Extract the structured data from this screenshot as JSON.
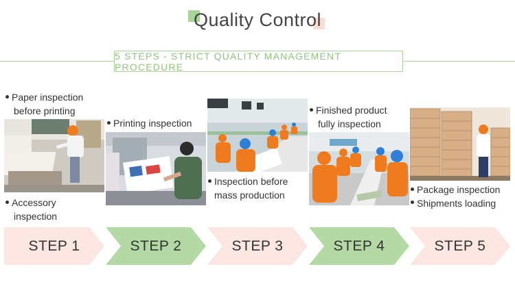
{
  "header": {
    "title": "Quality Control",
    "subtitle": "5 STEPS - STRICT QUALITY MANAGEMENT PROCEDURE"
  },
  "captions": {
    "paper_inspection": [
      "Paper inspection",
      "before printing"
    ],
    "accessory_inspection": [
      "Accessory",
      "inspection"
    ],
    "printing_inspection": [
      "Printing inspection"
    ],
    "mass_production": [
      "Inspection before",
      "mass production"
    ],
    "finished_product": [
      "Finished product",
      "fully inspection"
    ],
    "package_inspection": [
      "Package inspection"
    ],
    "shipments_loading": [
      "Shipments loading"
    ]
  },
  "steps": [
    {
      "label": "STEP 1",
      "color": "#fbe6e1"
    },
    {
      "label": "STEP 2",
      "color": "#b4d9a4"
    },
    {
      "label": "STEP 3",
      "color": "#fbe6e1"
    },
    {
      "label": "STEP 4",
      "color": "#b4d9a4"
    },
    {
      "label": "STEP 5",
      "color": "#fbe6e1"
    }
  ],
  "colors": {
    "accent_green": "#a9d49a",
    "accent_pink": "#f8dcd6",
    "worker_orange": "#f07a1e",
    "worker_blue": "#2f7fd6"
  }
}
